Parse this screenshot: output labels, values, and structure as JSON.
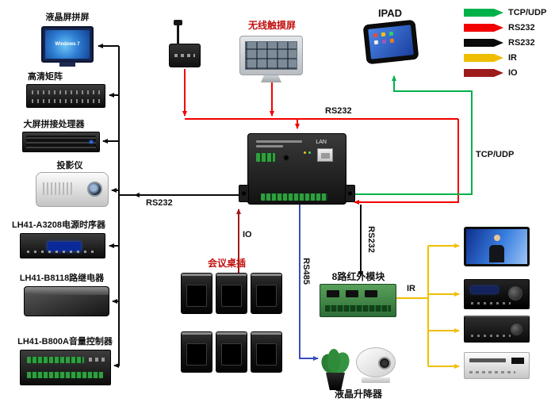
{
  "legend": {
    "items": [
      {
        "label": "TCP/UDP",
        "color": "#00b14a"
      },
      {
        "label": "RS232",
        "color": "#f20000"
      },
      {
        "label": "RS232",
        "color": "#0a0a0a"
      },
      {
        "label": "IR",
        "color": "#f0be00"
      },
      {
        "label": "IO",
        "color": "#9e1b1b"
      }
    ]
  },
  "left_devices": [
    {
      "label": "液晶屏拼屏",
      "screen_text": "Windows 7"
    },
    {
      "label": "高清矩阵"
    },
    {
      "label": "大屏拼接处理器"
    },
    {
      "label": "投影仪"
    },
    {
      "label": "LH41-A3208电源时序器"
    },
    {
      "label": "LH41-B8118路继电器"
    },
    {
      "label": "LH41-B800A音量控制器"
    }
  ],
  "top_devices": {
    "touchscreen_label": "无线触摸屏",
    "ipad_label": "IPAD"
  },
  "controller": {
    "lan_label": "LAN"
  },
  "links": {
    "rs232_top": "RS232",
    "tcpudp": "TCP/UDP",
    "rs232_left": "RS232",
    "io": "IO",
    "rs232_down": "RS232",
    "rs485": "RS485",
    "ir": "IR"
  },
  "bottom_devices": {
    "conference_socket_label": "会议桌插",
    "ir_module_label": "8路红外模块",
    "lcd_lifter_label": "液晶升降器"
  }
}
